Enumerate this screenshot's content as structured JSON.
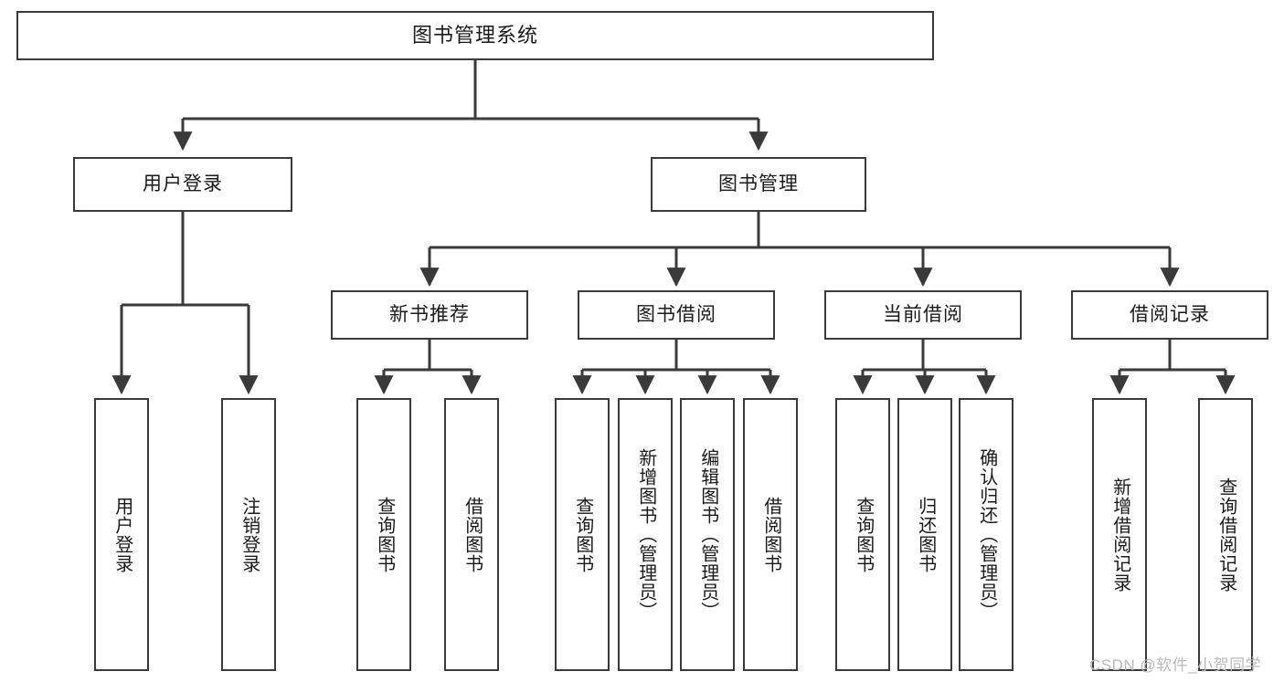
{
  "diagram": {
    "title": "图书管理系统",
    "type": "tree-hierarchy",
    "watermark": "CSDN @软件_小贺同学",
    "colors": {
      "stroke": "#3a3a3a",
      "fill": "#ffffff",
      "text": "#1a1a1a",
      "watermark": "#b9b9b9"
    },
    "nodes": {
      "root": {
        "label": "图书管理系统",
        "level": 1
      },
      "level2": [
        {
          "id": "user-login",
          "label": "用户登录"
        },
        {
          "id": "book-management",
          "label": "图书管理"
        }
      ],
      "level3": [
        {
          "id": "new-book-recommend",
          "label": "新书推荐"
        },
        {
          "id": "book-borrow",
          "label": "图书借阅"
        },
        {
          "id": "current-borrow",
          "label": "当前借阅"
        },
        {
          "id": "borrow-record",
          "label": "借阅记录"
        }
      ],
      "leaves": {
        "user-login": [
          {
            "id": "leaf-user-login",
            "label": "用户登录"
          },
          {
            "id": "leaf-logout-login",
            "label": "注销登录"
          }
        ],
        "new-book-recommend": [
          {
            "id": "leaf-query-book-1",
            "label": "查询图书"
          },
          {
            "id": "leaf-borrow-book-1",
            "label": "借阅图书"
          }
        ],
        "book-borrow": [
          {
            "id": "leaf-query-book-2",
            "label": "查询图书"
          },
          {
            "id": "leaf-add-book",
            "label": "新增图书（管理员）"
          },
          {
            "id": "leaf-edit-book",
            "label": "编辑图书（管理员）"
          },
          {
            "id": "leaf-borrow-book-2",
            "label": "借阅图书"
          }
        ],
        "current-borrow": [
          {
            "id": "leaf-query-book-3",
            "label": "查询图书"
          },
          {
            "id": "leaf-return-book",
            "label": "归还图书"
          },
          {
            "id": "leaf-confirm-return",
            "label": "确认归还（管理员）"
          }
        ],
        "borrow-record": [
          {
            "id": "leaf-add-record",
            "label": "新增借阅记录"
          },
          {
            "id": "leaf-query-record",
            "label": "查询借阅记录"
          }
        ]
      }
    }
  }
}
